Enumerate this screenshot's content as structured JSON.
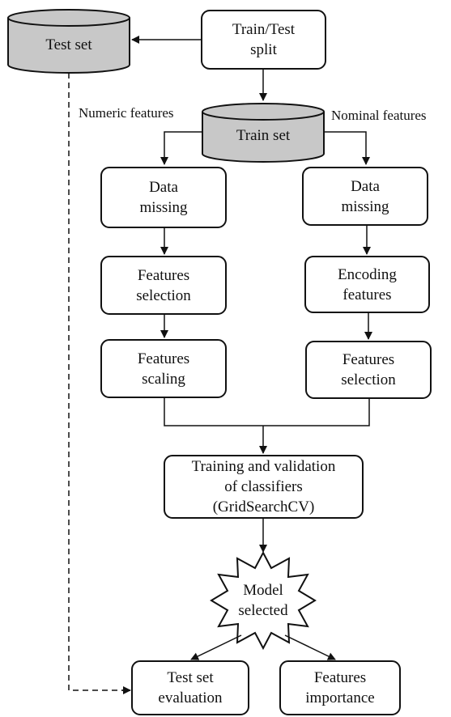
{
  "nodes": {
    "test_set": "Test set",
    "train_test_split": "Train/Test\nsplit",
    "train_set": "Train set",
    "numeric_features": "Numeric features",
    "nominal_features": "Nominal features",
    "left_data_missing": "Data\nmissing",
    "left_features_selection": "Features\nselection",
    "left_features_scaling": "Features\nscaling",
    "right_data_missing": "Data\nmissing",
    "right_encoding_features": "Encoding\nfeatures",
    "right_features_selection": "Features\nselection",
    "training_validation": "Training and validation\nof classifiers\n(GridSearchCV)",
    "model_selected": "Model\nselected",
    "test_set_evaluation": "Test set\nevaluation",
    "features_importance": "Features\nimportance"
  },
  "colors": {
    "cylinder_fill": "#c8c8c8",
    "stroke": "#111111"
  }
}
